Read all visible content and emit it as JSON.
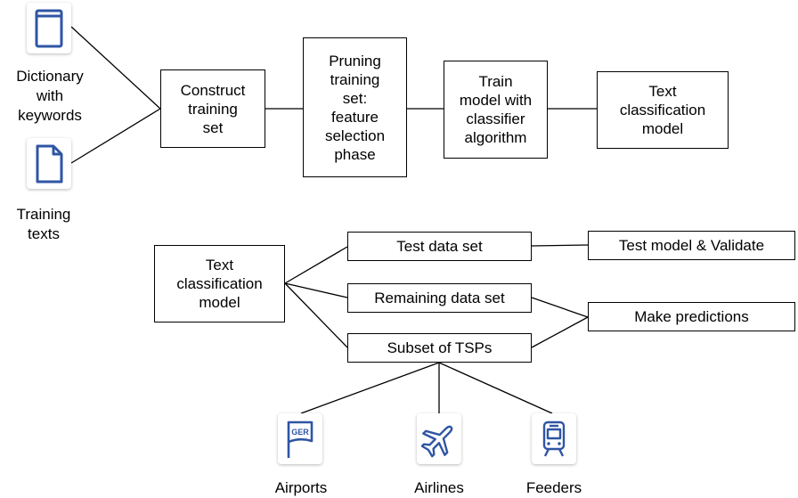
{
  "inputs": {
    "dictionary_label": "Dictionary\nwith\nkeywords",
    "training_texts_label": "Training\ntexts"
  },
  "pipeline": {
    "construct": "Construct\ntraining\nset",
    "pruning": "Pruning\ntraining\nset:\nfeature\nselection\nphase",
    "train": "Train\nmodel with\nclassifier\nalgorithm",
    "model": "Text\nclassification\nmodel"
  },
  "application": {
    "model": "Text\nclassification\nmodel",
    "test_data": "Test data set",
    "remaining_data": "Remaining data set",
    "subset": "Subset of TSPs",
    "validate": "Test model & Validate",
    "predictions": "Make predictions"
  },
  "categories": {
    "airports": "Airports",
    "airlines": "Airlines",
    "feeders": "Feeders",
    "airport_flag_text": "GER"
  },
  "colors": {
    "icon_blue": "#2f55a4",
    "line": "#000000"
  },
  "icons": [
    "book-icon",
    "document-icon",
    "flag-icon",
    "airplane-icon",
    "train-icon"
  ]
}
